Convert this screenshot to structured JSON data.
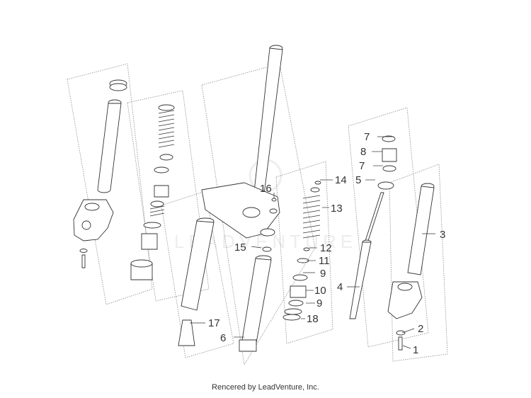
{
  "watermark": "LEADVENTURE",
  "footer": "Rencered by LeadVenture, Inc.",
  "callouts": {
    "c1": "1",
    "c2": "2",
    "c3": "3",
    "c4": "4",
    "c5": "5",
    "c6": "6",
    "c7a": "7",
    "c7b": "7",
    "c8": "8",
    "c9a": "9",
    "c9b": "9",
    "c10": "10",
    "c11": "11",
    "c12": "12",
    "c13": "13",
    "c14": "14",
    "c15": "15",
    "c16": "16",
    "c17": "17",
    "c18": "18"
  }
}
